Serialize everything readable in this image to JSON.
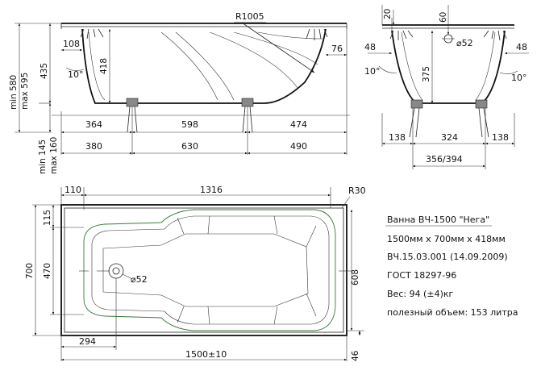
{
  "side_view": {
    "radius_label": "R1005",
    "dim_108": "108",
    "dim_418": "418",
    "dim_10deg": "10°",
    "dim_76": "76",
    "dim_364": "364",
    "dim_598": "598",
    "dim_474": "474",
    "dim_380": "380",
    "dim_630": "630",
    "dim_490": "490",
    "dim_min580": "min 580",
    "dim_max595": "max 595",
    "dim_435": "435",
    "dim_min145": "min 145",
    "dim_max160": "max 160"
  },
  "end_view": {
    "dim_20": "20",
    "dim_60": "60",
    "dim_phi52": "⌀52",
    "dim_48_left": "48",
    "dim_48_right": "48",
    "dim_10deg_left": "10°",
    "dim_10deg_right": "10°",
    "dim_375": "375",
    "dim_138_left": "138",
    "dim_324": "324",
    "dim_138_right": "138",
    "dim_356_394": "356/394"
  },
  "plan_view": {
    "dim_110": "110",
    "dim_1316": "1316",
    "dim_R30": "R30",
    "dim_115": "115",
    "dim_700": "700",
    "dim_470": "470",
    "dim_608": "608",
    "dim_phi52": "⌀52",
    "dim_294": "294",
    "dim_1500": "1500±10",
    "dim_46": "46"
  },
  "info": {
    "title": "Ванна ВЧ-1500 \"Нега\"",
    "size": "1500мм х 700мм х 418мм",
    "code": "ВЧ.15.03.001 (14.09.2009)",
    "gost": "ГОСТ 18297-96",
    "weight": "Вес: 94 (±4)кг",
    "volume": "полезный объем: 153 литра"
  }
}
